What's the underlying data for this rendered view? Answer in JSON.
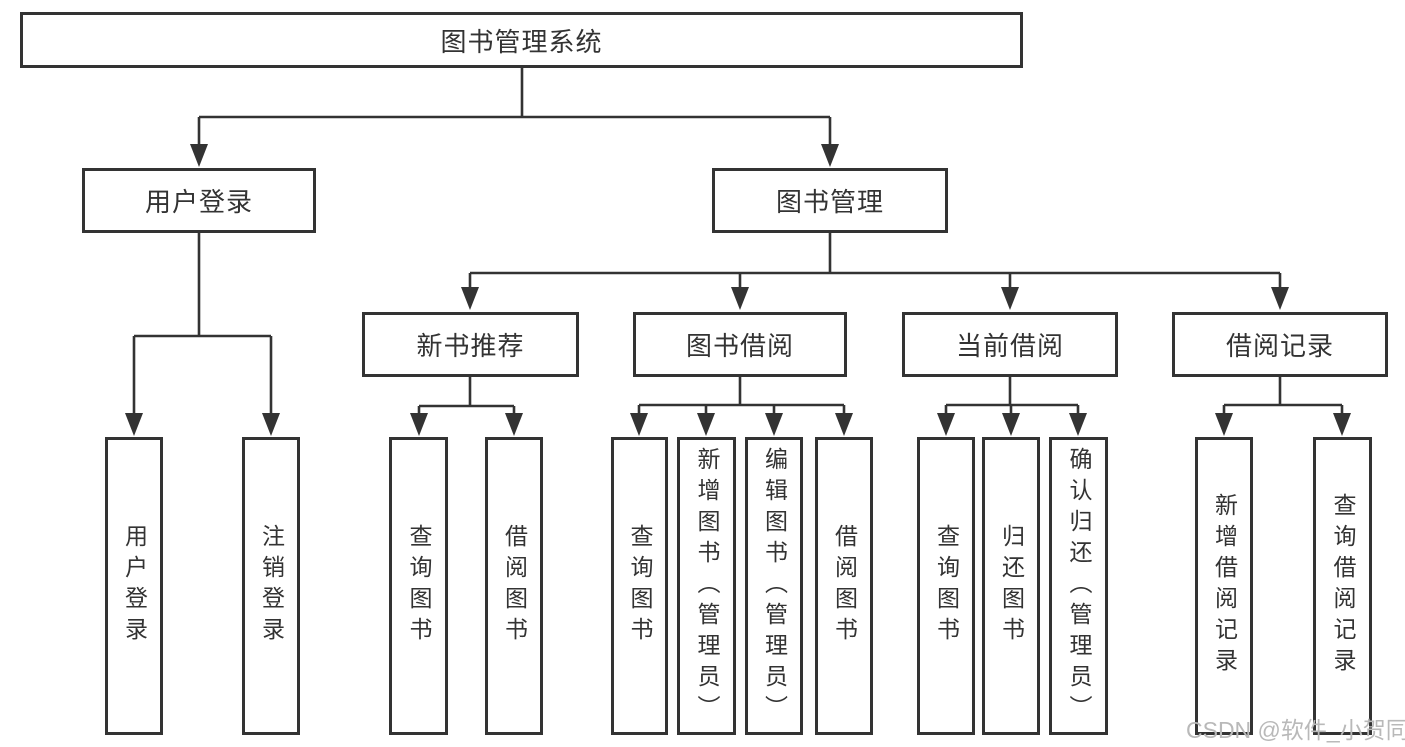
{
  "nodes": {
    "root": {
      "label": "图书管理系统"
    },
    "user_login": {
      "label": "用户登录"
    },
    "book_mgmt": {
      "label": "图书管理"
    },
    "new_book_rec": {
      "label": "新书推荐"
    },
    "book_borrow": {
      "label": "图书借阅"
    },
    "current_borrow": {
      "label": "当前借阅"
    },
    "borrow_records": {
      "label": "借阅记录"
    },
    "leaf_user_login": {
      "label": "用户登录"
    },
    "leaf_logout": {
      "label": "注销登录"
    },
    "leaf_nb_query": {
      "label": "查询图书"
    },
    "leaf_nb_borrow": {
      "label": "借阅图书"
    },
    "leaf_bb_query": {
      "label": "查询图书"
    },
    "leaf_bb_add": {
      "label": "新增图书（管理员）"
    },
    "leaf_bb_edit": {
      "label": "编辑图书（管理员）"
    },
    "leaf_bb_borrow": {
      "label": "借阅图书"
    },
    "leaf_cb_query": {
      "label": "查询图书"
    },
    "leaf_cb_return": {
      "label": "归还图书"
    },
    "leaf_cb_confirm": {
      "label": "确认归还（管理员）"
    },
    "leaf_br_add": {
      "label": "新增借阅记录"
    },
    "leaf_br_query": {
      "label": "查询借阅记录"
    }
  },
  "hierarchy": {
    "图书管理系统": {
      "用户登录": [
        "用户登录",
        "注销登录"
      ],
      "图书管理": {
        "新书推荐": [
          "查询图书",
          "借阅图书"
        ],
        "图书借阅": [
          "查询图书",
          "新增图书（管理员）",
          "编辑图书（管理员）",
          "借阅图书"
        ],
        "当前借阅": [
          "查询图书",
          "归还图书",
          "确认归还（管理员）"
        ],
        "借阅记录": [
          "新增借阅记录",
          "查询借阅记录"
        ]
      }
    }
  },
  "watermark": {
    "text": "CSDN @软件_小贺同学"
  },
  "colors": {
    "line": "#333333",
    "text": "#333333",
    "background": "#ffffff",
    "watermark": "#b9b9b9"
  }
}
